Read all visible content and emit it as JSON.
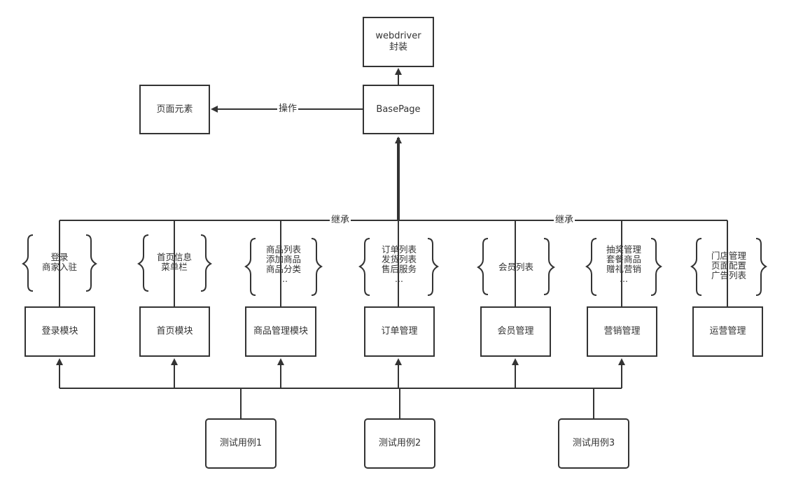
{
  "top": {
    "webdriver": "webdriver封装",
    "basepage": "BasePage",
    "page_elements": "页面元素"
  },
  "labels": {
    "operate": "操作",
    "inherit_left": "继承",
    "inherit_right": "继承"
  },
  "modules": [
    {
      "name": "登录模块",
      "items": [
        "登录",
        "商家入驻"
      ]
    },
    {
      "name": "首页模块",
      "items": [
        "首页信息",
        "菜单栏"
      ]
    },
    {
      "name": "商品管理模块",
      "items": [
        "商品列表",
        "添加商品",
        "商品分类",
        "..."
      ]
    },
    {
      "name": "订单管理",
      "items": [
        "订单列表",
        "发货列表",
        "售后服务",
        "..."
      ]
    },
    {
      "name": "会员管理",
      "items": [
        "会员列表"
      ]
    },
    {
      "name": "营销管理",
      "items": [
        "抽奖管理",
        "套餐商品",
        "赠礼营销",
        "..."
      ]
    },
    {
      "name": "运营管理",
      "items": [
        "门店管理",
        "页面配置",
        "广告列表"
      ]
    }
  ],
  "tests": [
    "测试用例1",
    "测试用例2",
    "测试用例3"
  ]
}
